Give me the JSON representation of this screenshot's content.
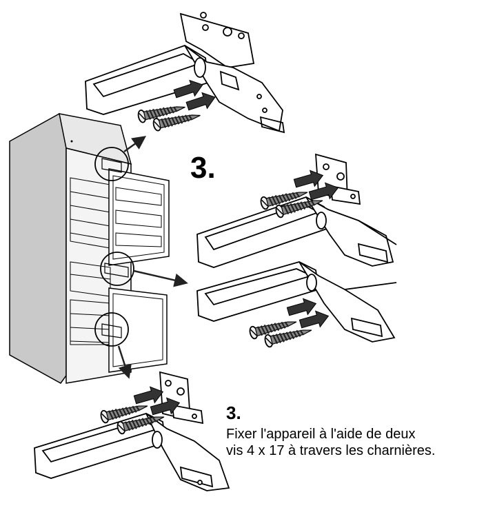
{
  "step_label_large": "3.",
  "caption": {
    "step": "3.",
    "line1": "Fixer l'appareil à l'aide de deux",
    "line2": "vis 4 x 17 à travers les charnières."
  },
  "colors": {
    "ink": "#000000",
    "cabinet_side": "#c9c9c9",
    "cabinet_top": "#e6e6e6",
    "arrow_fill": "#333333",
    "screw_thread": "#555555"
  },
  "icons": [
    "screw-icon",
    "arrow-icon",
    "detail-circle-icon"
  ]
}
